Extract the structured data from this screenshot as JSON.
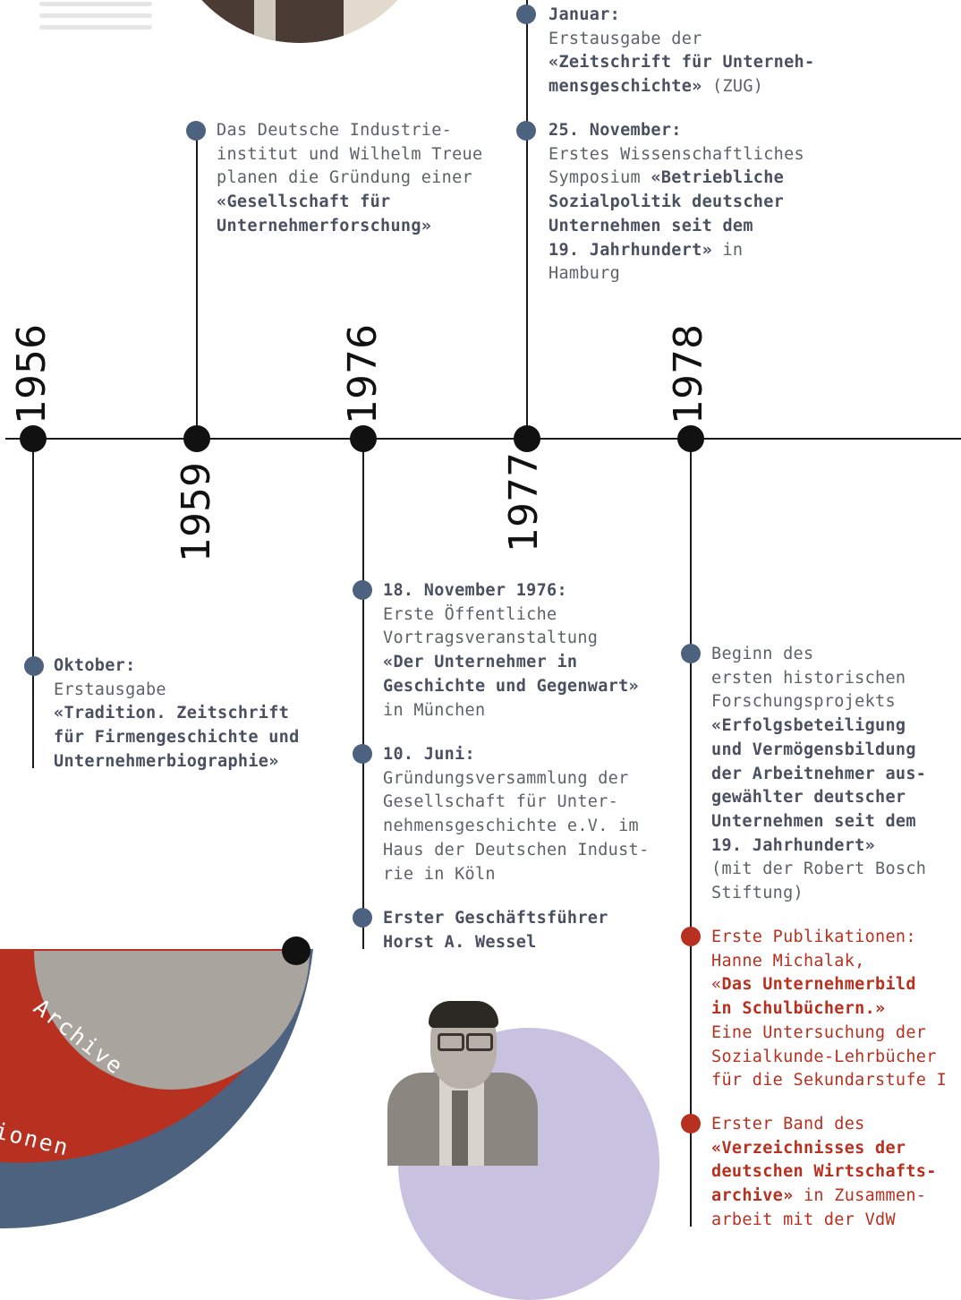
{
  "years": [
    "1956",
    "1959",
    "1976",
    "1977",
    "1978"
  ],
  "events": {
    "e1956": {
      "date": "Oktober:",
      "line1": "Erstausgabe",
      "title1": "«Tradition. Zeitschrift",
      "title2": "für Firmengeschichte und",
      "title3": "Unternehmerbiographie»"
    },
    "e1959": {
      "l1": "Das Deutsche Industrie-",
      "l2": "institut und Wilhelm Treue",
      "l3": "planen die Gründung einer",
      "t1": "«Gesellschaft für",
      "t2": "Unternehmerforschung»"
    },
    "e1976a": {
      "date": "18. November 1976:",
      "l1": "Erste Öffentliche",
      "l2": "Vortragsveranstaltung",
      "t1": "«Der Unternehmer in",
      "t2": "Geschichte und Gegenwart»",
      "l3": "in München"
    },
    "e1976b": {
      "date": "10. Juni:",
      "l1": "Gründungsversammlung der",
      "l2": "Gesellschaft für Unter-",
      "l3": "nehmensgeschichte e.V. im",
      "l4": "Haus der Deutschen Indust-",
      "l5": "rie in Köln"
    },
    "e1976c": {
      "t1": "Erster Geschäftsführer",
      "t2": "Horst A. Wessel"
    },
    "e1977a": {
      "date": "Januar:",
      "l1": "Erstausgabe der",
      "t1": "«Zeitschrift für Unterneh-",
      "t2": "mensgeschichte»",
      "suffix": " (ZUG)"
    },
    "e1977b": {
      "date": "25. November:",
      "l1": "Erstes Wissenschaftliches",
      "l2pre": "Symposium ",
      "t1": "«Betriebliche",
      "t2": "Sozialpolitik deutscher",
      "t3": "Unternehmen seit dem",
      "t4": "19. Jahrhundert»",
      "l3suffix": " in",
      "l4": "Hamburg"
    },
    "e1978a": {
      "l1": "Beginn des",
      "l2": "ersten historischen",
      "l3": "Forschungsprojekts",
      "t1": "«Erfolgsbeteiligung",
      "t2": "und Vermögensbildung",
      "t3": "der Arbeitnehmer aus-",
      "t4": "gewählter deutscher",
      "t5": "Unternehmen seit dem",
      "t6": "19. Jahrhundert»",
      "l4": "(mit der Robert Bosch",
      "l5": "Stiftung)"
    },
    "e1978b": {
      "l1": "Erste Publikationen:",
      "l2": "Hanne Michalak,",
      "q": "«",
      "t1": "Das Unternehmerbild",
      "t2": "in Schulbüchern.»",
      "l3": "Eine Untersuchung der",
      "l4": "Sozialkunde-Lehrbücher",
      "l5": "für die Sekundarstufe I"
    },
    "e1978c": {
      "l1": "Erster Band des",
      "t1": "«Verzeichnisses der",
      "t2": "deutschen Wirtschafts-",
      "t3": "archive»",
      "l2suffix": " in Zusammen-",
      "l3": "arbeit mit der VdW"
    }
  },
  "decor": {
    "arc_label_archive": "Archive",
    "arc_label_red": "ionen"
  },
  "colors": {
    "blue": "#4c627f",
    "red": "#b8301f",
    "grey": "#a9a49e",
    "lavender": "#c9c1e0"
  }
}
